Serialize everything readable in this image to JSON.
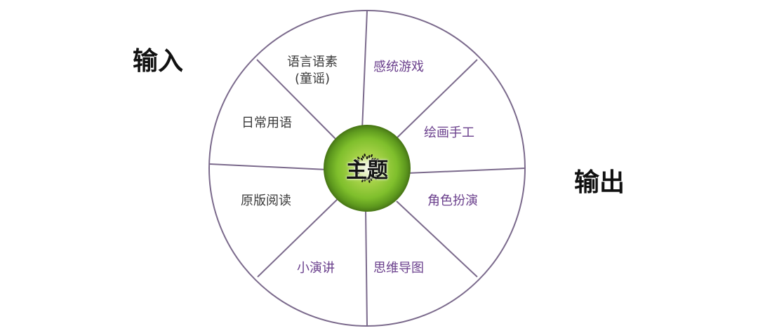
{
  "side_labels": {
    "input": "输入",
    "output": "输出"
  },
  "center": {
    "label": "主题"
  },
  "segments": [
    {
      "line1": "语言语素",
      "line2": "(童谣)"
    },
    {
      "line1": "感统游戏"
    },
    {
      "line1": "绘画手工"
    },
    {
      "line1": "角色扮演"
    },
    {
      "line1": "思维导图"
    },
    {
      "line1": "小演讲"
    },
    {
      "line1": "原版阅读"
    },
    {
      "line1": "日常用语"
    }
  ],
  "colors": {
    "outline": "#7b6a8c",
    "input_text": "#3a3a3a",
    "output_text": "#6a3f8c",
    "kiwi_skin": "#5a8a1f",
    "kiwi_flesh": "#8fc63a",
    "kiwi_core": "#f3f6e6"
  }
}
